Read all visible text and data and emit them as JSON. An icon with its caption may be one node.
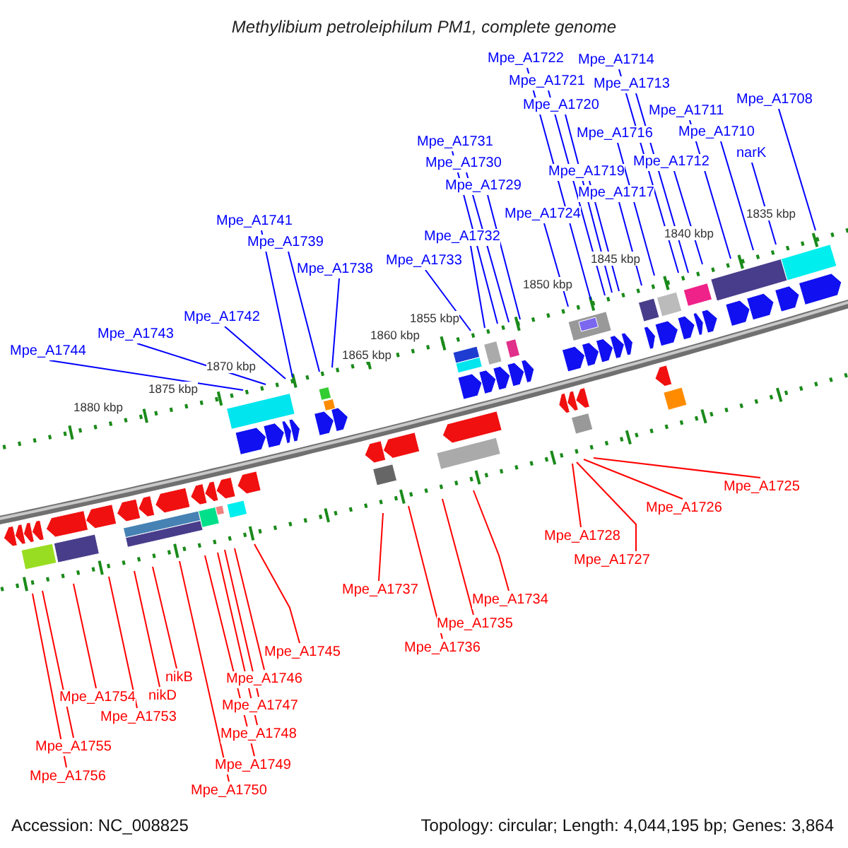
{
  "diagram": {
    "title": "Methylibium petroleiphilum PM1, complete genome",
    "nodes": [
      {
        "text": [
          "Mpe_A1744"
        ]
      },
      {
        "text": [
          "Mpe_A1743"
        ]
      },
      {
        "text": [
          "Mpe_A1742"
        ]
      },
      {
        "text": [
          "Mpe_A1741"
        ]
      },
      {
        "text": [
          "Mpe_A1739"
        ]
      },
      {
        "text": [
          "Mpe_A1738"
        ]
      },
      {
        "text": [
          "Mpe_A1733"
        ]
      },
      {
        "text": [
          "Mpe_A1732"
        ]
      },
      {
        "text": [
          "Mpe_A1731"
        ]
      },
      {
        "text": [
          "Mpe_A1730"
        ]
      },
      {
        "text": [
          "Mpe_A1729"
        ]
      },
      {
        "text": [
          "Mpe_A1724"
        ]
      },
      {
        "text": [
          "Mpe_A1722"
        ]
      },
      {
        "text": [
          "Mpe_A1721"
        ]
      },
      {
        "text": [
          "Mpe_A1720"
        ]
      },
      {
        "text": [
          "Mpe_A1719"
        ]
      },
      {
        "text": [
          "Mpe_A1717"
        ]
      },
      {
        "text": [
          "Mpe_A1716"
        ]
      },
      {
        "text": [
          "Mpe_A1714"
        ]
      },
      {
        "text": [
          "Mpe_A1713"
        ]
      },
      {
        "text": [
          "Mpe_A1712"
        ]
      },
      {
        "text": [
          "Mpe_A1711"
        ]
      },
      {
        "text": [
          "Mpe_A1710"
        ]
      },
      {
        "text": [
          "narK"
        ]
      },
      {
        "text": [
          "Mpe_A1708"
        ]
      },
      {
        "text": [
          "Mpe_A1756"
        ]
      },
      {
        "text": [
          "Mpe_A1755"
        ]
      },
      {
        "text": [
          "Mpe_A1754"
        ]
      },
      {
        "text": [
          "Mpe_A1753"
        ]
      },
      {
        "text": [
          "nikD"
        ]
      },
      {
        "text": [
          "nikB"
        ]
      },
      {
        "text": [
          "Mpe_A1750"
        ]
      },
      {
        "text": [
          "Mpe_A1749"
        ]
      },
      {
        "text": [
          "Mpe_A1748"
        ]
      },
      {
        "text": [
          "Mpe_A1747"
        ]
      },
      {
        "text": [
          "Mpe_A1746"
        ]
      },
      {
        "text": [
          "Mpe_A1745"
        ]
      },
      {
        "text": [
          "Mpe_A1737"
        ]
      },
      {
        "text": [
          "Mpe_A1736"
        ]
      },
      {
        "text": [
          "Mpe_A1735"
        ]
      },
      {
        "text": [
          "Mpe_A1734"
        ]
      },
      {
        "text": [
          "Mpe_A1728"
        ]
      },
      {
        "text": [
          "Mpe_A1727"
        ]
      },
      {
        "text": [
          "Mpe_A1726"
        ]
      },
      {
        "text": [
          "Mpe_A1725"
        ]
      }
    ],
    "edges": [
      {
        "from": 0,
        "to": null,
        "arrow": "none"
      },
      {
        "from": 1,
        "to": null,
        "arrow": "none"
      },
      {
        "from": 2,
        "to": null,
        "arrow": "none"
      },
      {
        "from": 3,
        "to": null,
        "arrow": "none"
      },
      {
        "from": 4,
        "to": null,
        "arrow": "none"
      },
      {
        "from": 5,
        "to": null,
        "arrow": "none"
      },
      {
        "from": 6,
        "to": null,
        "arrow": "none"
      },
      {
        "from": 7,
        "to": null,
        "arrow": "none"
      },
      {
        "from": 8,
        "to": null,
        "arrow": "none"
      },
      {
        "from": 9,
        "to": null,
        "arrow": "none"
      },
      {
        "from": 10,
        "to": null,
        "arrow": "none"
      },
      {
        "from": 11,
        "to": null,
        "arrow": "none"
      },
      {
        "from": 12,
        "to": null,
        "arrow": "none"
      },
      {
        "from": 13,
        "to": null,
        "arrow": "none"
      },
      {
        "from": 14,
        "to": null,
        "arrow": "none"
      },
      {
        "from": 15,
        "to": null,
        "arrow": "none"
      },
      {
        "from": 16,
        "to": null,
        "arrow": "none"
      },
      {
        "from": 17,
        "to": null,
        "arrow": "none"
      },
      {
        "from": 18,
        "to": null,
        "arrow": "none"
      },
      {
        "from": 19,
        "to": null,
        "arrow": "none"
      },
      {
        "from": 20,
        "to": null,
        "arrow": "none"
      },
      {
        "from": 21,
        "to": null,
        "arrow": "none"
      },
      {
        "from": 22,
        "to": null,
        "arrow": "none"
      },
      {
        "from": 23,
        "to": null,
        "arrow": "none"
      },
      {
        "from": 24,
        "to": null,
        "arrow": "none"
      },
      {
        "from": 25,
        "to": null,
        "arrow": "none",
        "color": "#ff0000"
      },
      {
        "from": 26,
        "to": null,
        "arrow": "none",
        "color": "#ff0000"
      },
      {
        "from": 27,
        "to": null,
        "arrow": "none",
        "color": "#ff0000"
      },
      {
        "from": 28,
        "to": null,
        "arrow": "none",
        "color": "#ff0000"
      },
      {
        "from": 29,
        "to": null,
        "arrow": "none",
        "color": "#ff0000"
      },
      {
        "from": 30,
        "to": null,
        "arrow": "none",
        "color": "#ff0000"
      },
      {
        "from": 31,
        "to": null,
        "arrow": "none",
        "color": "#ff0000"
      },
      {
        "from": 32,
        "to": null,
        "arrow": "none",
        "color": "#ff0000"
      },
      {
        "from": 33,
        "to": null,
        "arrow": "none",
        "color": "#ff0000"
      },
      {
        "from": 34,
        "to": null,
        "arrow": "none",
        "color": "#ff0000"
      },
      {
        "from": 35,
        "to": null,
        "arrow": "none",
        "color": "#ff0000"
      },
      {
        "from": 36,
        "to": null,
        "arrow": "none",
        "color": "#ff0000"
      },
      {
        "from": 37,
        "to": null,
        "arrow": "none",
        "color": "#ff0000"
      },
      {
        "from": 38,
        "to": null,
        "arrow": "none",
        "color": "#ff0000"
      },
      {
        "from": 39,
        "to": null,
        "arrow": "none",
        "color": "#ff0000"
      },
      {
        "from": 40,
        "to": null,
        "arrow": "none",
        "color": "#ff0000"
      },
      {
        "from": 41,
        "to": null,
        "arrow": "none",
        "color": "#ff0000"
      },
      {
        "from": 42,
        "to": null,
        "arrow": "none",
        "color": "#ff0000"
      },
      {
        "from": 43,
        "to": null,
        "arrow": "none",
        "color": "#ff0000"
      },
      {
        "from": 44,
        "to": null,
        "arrow": "none",
        "color": "#ff0000"
      }
    ],
    "labels": [
      "1880 kbp",
      "1875 kbp",
      "1870 kbp",
      "1865 kbp",
      "1860 kbp",
      "1855 kbp",
      "1850 kbp",
      "1845 kbp",
      "1840 kbp",
      "1835 kbp",
      "Accession: NC_008825",
      "Topology: circular; Length: 4,044,195 bp; Genes: 3,864"
    ]
  }
}
